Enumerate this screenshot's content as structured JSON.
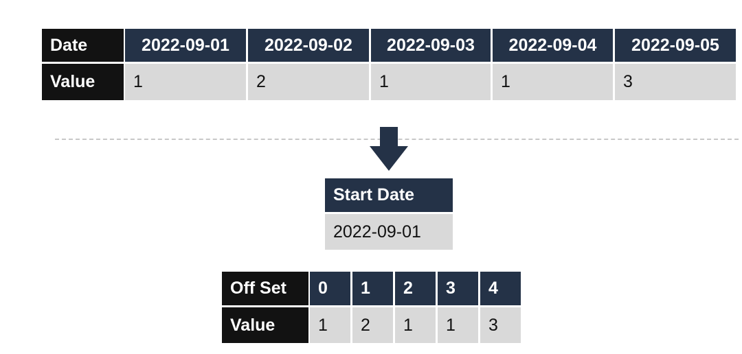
{
  "top_table": {
    "row_header_date": "Date",
    "row_header_value": "Value",
    "dates": [
      "2022-09-01",
      "2022-09-02",
      "2022-09-03",
      "2022-09-04",
      "2022-09-05"
    ],
    "values": [
      "1",
      "2",
      "1",
      "1",
      "3"
    ]
  },
  "start_date_box": {
    "header": "Start Date",
    "value": "2022-09-01"
  },
  "offset_table": {
    "row_header_offset": "Off Set",
    "row_header_value": "Value",
    "offsets": [
      "0",
      "1",
      "2",
      "3",
      "4"
    ],
    "values": [
      "1",
      "2",
      "1",
      "1",
      "3"
    ]
  },
  "colors": {
    "header_black": "#121212",
    "header_navy": "#243247",
    "value_gray": "#d9d9d9",
    "dashed_line": "#c8c8c8"
  },
  "icons": {
    "arrow": "arrow-down-icon"
  }
}
